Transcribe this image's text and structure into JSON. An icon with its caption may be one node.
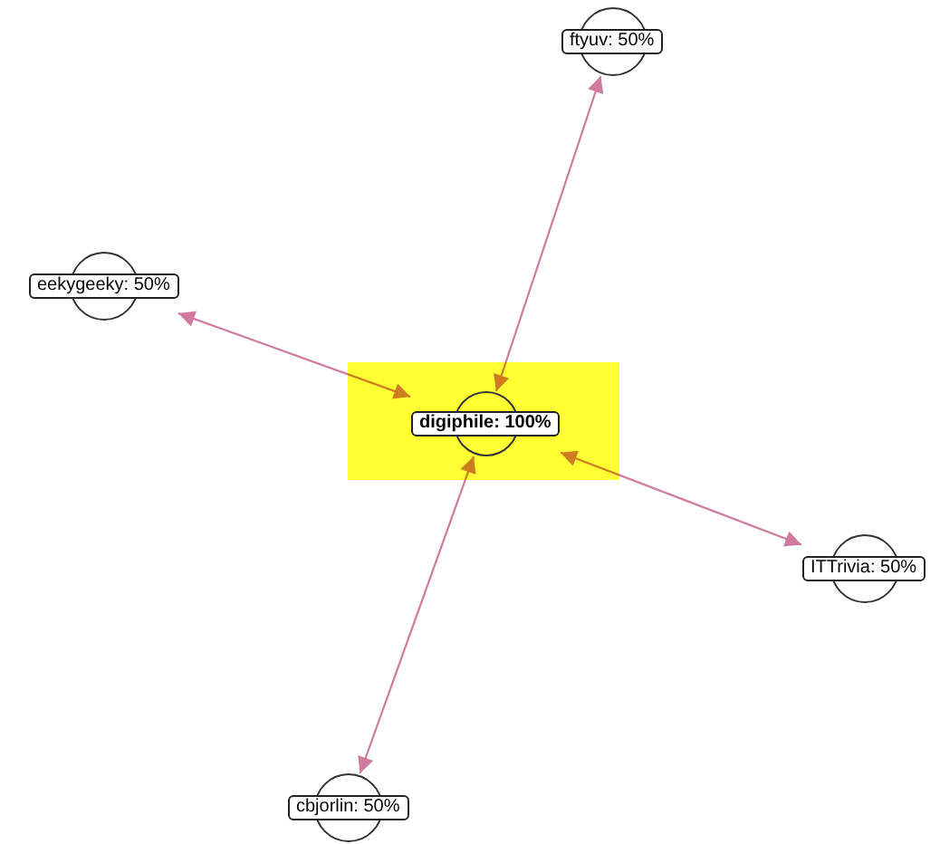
{
  "diagram": {
    "nodes": [
      {
        "text": [
          "ftyuv: 50%"
        ]
      },
      {
        "text": [
          "eekygeeky: 50%"
        ]
      },
      {
        "text": [],
        "shape": "box"
      },
      {
        "text": [
          "digiphile: 100%"
        ],
        "in": 2
      },
      {
        "text": [
          "ITTrivia: 50%"
        ]
      },
      {
        "text": [
          "cbjorlin: 50%"
        ]
      }
    ],
    "edges": [
      {
        "from": 3,
        "to": 0,
        "arrow": "both"
      },
      {
        "from": 3,
        "to": 1,
        "arrow": "both"
      },
      {
        "from": 3,
        "to": 4,
        "arrow": "both"
      },
      {
        "from": 3,
        "to": 5,
        "arrow": "both"
      }
    ]
  }
}
